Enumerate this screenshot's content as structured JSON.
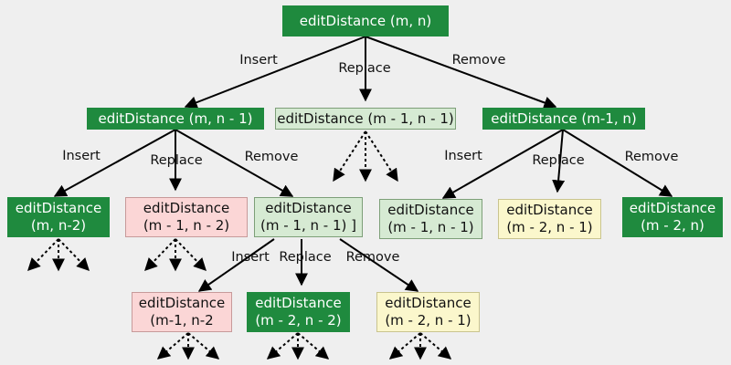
{
  "nodes": {
    "root": {
      "line1": "editDistance (m, n)",
      "style": "dark"
    },
    "l1_left": {
      "line1": "editDistance (m, n - 1)",
      "style": "dark"
    },
    "l1_mid": {
      "line1": "editDistance (m - 1, n - 1)",
      "style": "light"
    },
    "l1_right": {
      "line1": "editDistance (m-1, n)",
      "style": "dark"
    },
    "a": {
      "line1": "editDistance",
      "line2": "(m, n-2)",
      "style": "dark"
    },
    "b": {
      "line1": "editDistance",
      "line2": "(m - 1, n - 2)",
      "style": "pink"
    },
    "c": {
      "line1": "editDistance",
      "line2": "(m - 1, n - 1) ]",
      "style": "light"
    },
    "d": {
      "line1": "editDistance",
      "line2": "(m - 1, n - 1)",
      "style": "light"
    },
    "e": {
      "line1": "editDistance",
      "line2": "(m - 2, n - 1)",
      "style": "yellow"
    },
    "f": {
      "line1": "editDistance",
      "line2": "(m - 2, n)",
      "style": "dark"
    },
    "g": {
      "line1": "editDistance",
      "line2": "(m-1, n-2",
      "style": "pink"
    },
    "h": {
      "line1": "editDistance",
      "line2": "(m - 2, n - 2)",
      "style": "dark"
    },
    "i": {
      "line1": "editDistance",
      "line2": "(m - 2, n - 1)",
      "style": "yellow"
    }
  },
  "edge_labels": {
    "root_insert": "Insert",
    "root_replace": "Replace",
    "root_remove": "Remove",
    "left_insert": "Insert",
    "left_replace": "Replace",
    "left_remove": "Remove",
    "right_insert": "Insert",
    "right_replace": "Replace",
    "right_remove": "Remove",
    "c_insert": "Insert",
    "c_replace": "Replace",
    "c_remove": "Remove"
  },
  "colors": {
    "dark_green": "#1f8a3e",
    "light_green": "#d6ead3",
    "pink": "#fbd6d6",
    "yellow": "#fbf7cc",
    "background": "#efefef",
    "arrow": "#000000"
  }
}
